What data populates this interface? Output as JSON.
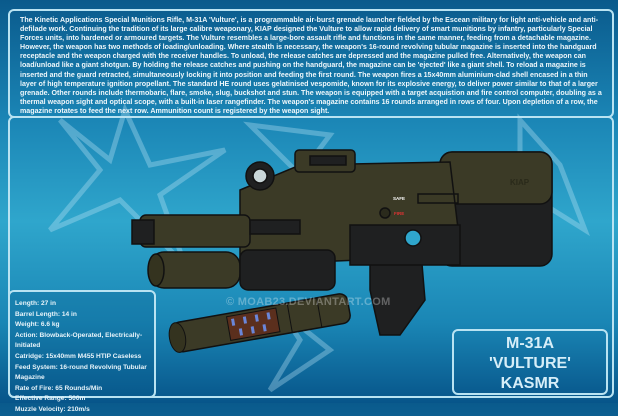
{
  "description": "The Kinetic Applications Special Munitions Rifle, M-31A 'Vulture', is a programmable air-burst grenade launcher fielded by the Escean military for light anti-vehicle and anti-defilade work. Continuing the tradition of its large calibre weaponary, KIAP designed the Vulture to allow rapid delivery of smart munitions by infantry, particularly Special Forces units, into hardened or armoured targets. The Vulture resembles a large-bore assault rifle and functions in the same manner, feeding from a detachable magazine. However, the weapon has two methods of loading/unloading. Where stealth is necessary, the weapon's 16-round revolving tubular magazine is inserted into the handguard receptacle and the weapon charged with the receiver handles. To unload, the release catches are depressed and the magazine pulled free. Alternatively, the weapon can load/unload like a giant shotgun. By holding the release catches and pushing on the handguard, the magazine can be 'ejected' like a giant shell. To reload a magazine is inserted and the guard retracted, simultaneously locking it into position and feeding the first round. The weapon fires a 15x40mm aluminium-clad shell encased in a thin layer of high temperature ignition propellant. The standard HE round uses gelatinised vespomide, known for its explosive energy, to deliver power similar to that of a larger grenade. Other rounds include thermobaric, flare, smoke, slug, buckshot and stun. The weapon is equipped with a target acquistion and fire control computer, doubling as a thermal weapon sight and optical scope, with a built-in laser rangefinder. The weapon's magazine contains 16 rounds arranged in rows of four. Upon depletion of a row, the magazine rotates to feed the next row. Ammunition count is registered by the weapon sight.",
  "specs": [
    "Length: 27 in",
    "Barrel Length: 14 in",
    "Weight: 6.6 kg",
    "Action: Blowback-Operated, Electrically-Initiated",
    "Catridge: 15x40mm M455 HTIP Caseless",
    "Feed System: 16-round Revolving Tubular Magazine",
    "Rate of Fire: 65 Rounds/Min",
    "Effective Range: 500m",
    "Muzzle Velocity: 210m/s"
  ],
  "title": {
    "line1": "M-31A",
    "line2": "'VULTURE'",
    "line3": "KASMR"
  },
  "weapon_markings": {
    "safe": "SAFE",
    "fire": "FIRE",
    "brand": "KIAP"
  },
  "watermark": "© MOAB23.DEVIANTART.COM",
  "colors": {
    "olive": "#3b3a26",
    "black": "#1e1f20",
    "fire_red": "#d33",
    "frame": "#b9e3f2"
  }
}
